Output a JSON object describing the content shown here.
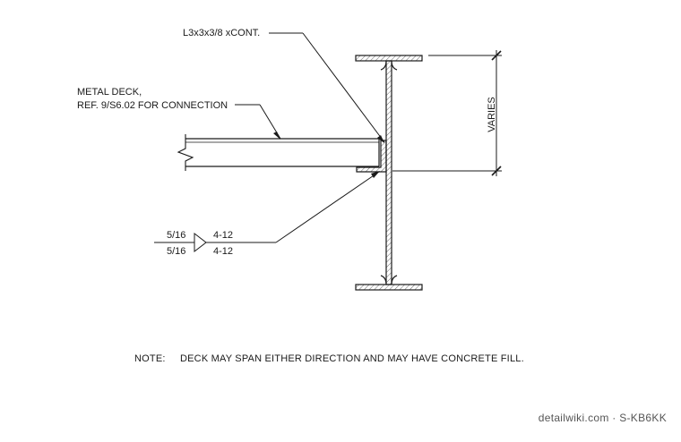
{
  "labels": {
    "angle": "L3x3x3/8 xCONT.",
    "deck_line1": "METAL DECK,",
    "deck_line2": "REF. 9/S6.02 FOR CONNECTION",
    "weld_size_top": "5/16",
    "weld_length_top": "4-12",
    "weld_size_bottom": "5/16",
    "weld_length_bottom": "4-12",
    "dimension": "VARIES"
  },
  "note": {
    "prefix": "NOTE:",
    "text": "DECK MAY SPAN EITHER DIRECTION AND MAY HAVE CONCRETE FILL."
  },
  "watermark": "detailwiki.com · S-KB6KK",
  "colors": {
    "line": "#1a1a1a",
    "hatch": "#6b6b6b"
  }
}
